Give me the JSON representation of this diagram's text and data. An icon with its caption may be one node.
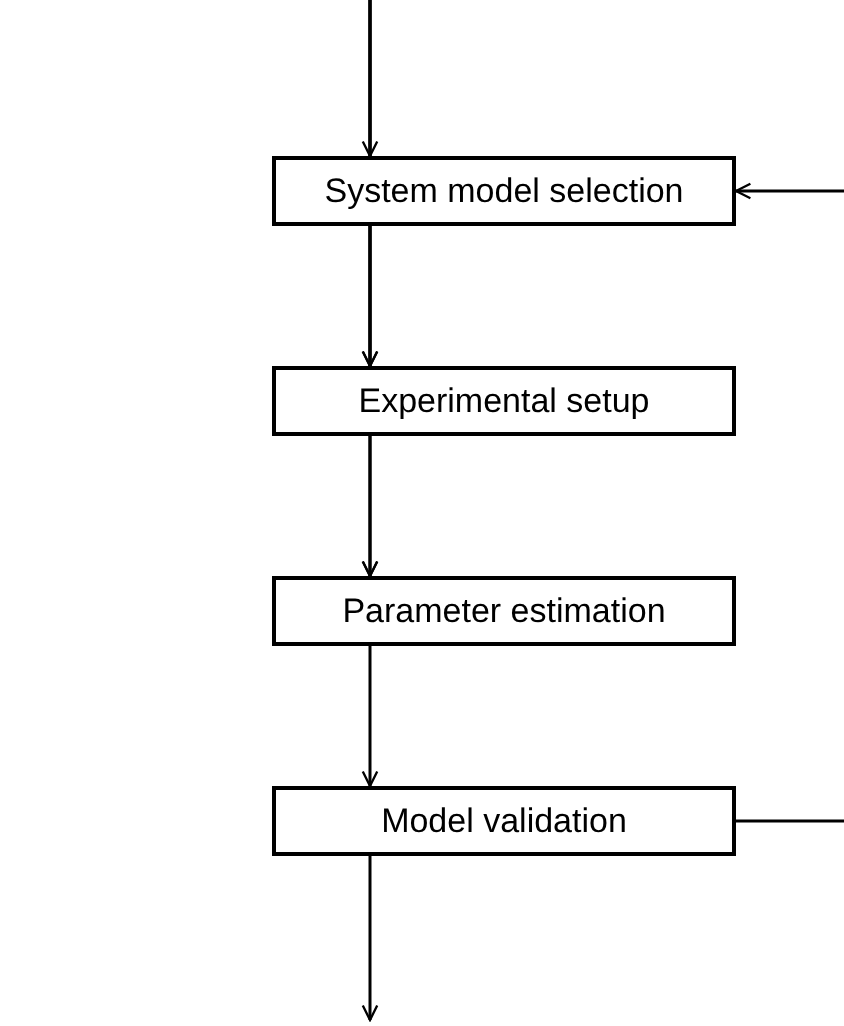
{
  "diagram": {
    "nodes": [
      {
        "text": [
          "System model selection"
        ]
      },
      {
        "text": [
          "Experimental setup"
        ]
      },
      {
        "text": [
          "Parameter estimation"
        ]
      },
      {
        "text": [
          "Model validation"
        ]
      }
    ],
    "edges": [
      {
        "from": null,
        "to": 0,
        "arrow": "to"
      },
      {
        "from": 0,
        "to": 1,
        "arrow": "to"
      },
      {
        "from": 1,
        "to": 2,
        "arrow": "to"
      },
      {
        "from": 2,
        "to": 3,
        "arrow": "to"
      },
      {
        "from": 3,
        "to": null,
        "arrow": "to"
      },
      {
        "from": null,
        "to": 0,
        "arrow": "to"
      },
      {
        "from": null,
        "to": 1,
        "arrow": "to"
      },
      {
        "from": null,
        "to": 2,
        "arrow": "to"
      },
      {
        "from": 3,
        "to": null,
        "arrow": "none"
      }
    ]
  }
}
